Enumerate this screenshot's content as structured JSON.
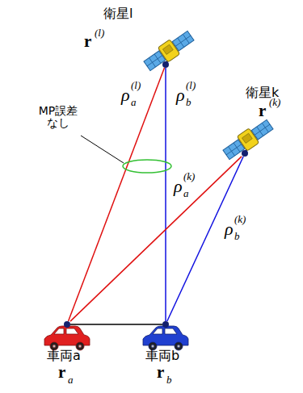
{
  "diagram": {
    "nodes": [
      {
        "text": [
          "衛星l",
          "r",
          "(l)"
        ]
      },
      {
        "text": [
          "衛星k",
          "r",
          "(k)"
        ]
      },
      {
        "text": [
          "車両a",
          "r",
          "a"
        ]
      },
      {
        "text": [
          "車両b",
          "r",
          "b"
        ]
      }
    ],
    "edges": [
      {
        "from": 2,
        "to": 0,
        "arrow": "none"
      },
      {
        "from": 3,
        "to": 0,
        "arrow": "none"
      },
      {
        "from": 2,
        "to": 1,
        "arrow": "none"
      },
      {
        "from": 3,
        "to": 1,
        "arrow": "none"
      },
      {
        "from": 2,
        "to": 3,
        "arrow": "none"
      }
    ],
    "labels": [
      "MP誤差 なし",
      "ρ",
      "(l)",
      "a",
      "ρ",
      "(l)",
      "b",
      "ρ",
      "(k)",
      "a",
      "ρ",
      "(k)",
      "b"
    ]
  }
}
